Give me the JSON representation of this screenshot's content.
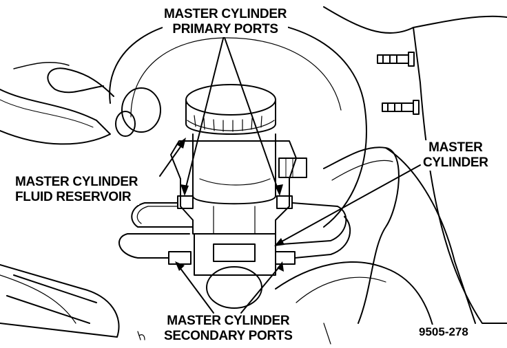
{
  "labels": {
    "primary_ports": [
      "MASTER CYLINDER",
      "PRIMARY PORTS"
    ],
    "fluid_reservoir": [
      "MASTER CYLINDER",
      "FLUID RESERVOIR"
    ],
    "master_cylinder": [
      "MASTER",
      "CYLINDER"
    ],
    "secondary_ports": [
      "MASTER CYLINDER",
      "SECONDARY PORTS"
    ],
    "figure_number": "9505-278"
  }
}
